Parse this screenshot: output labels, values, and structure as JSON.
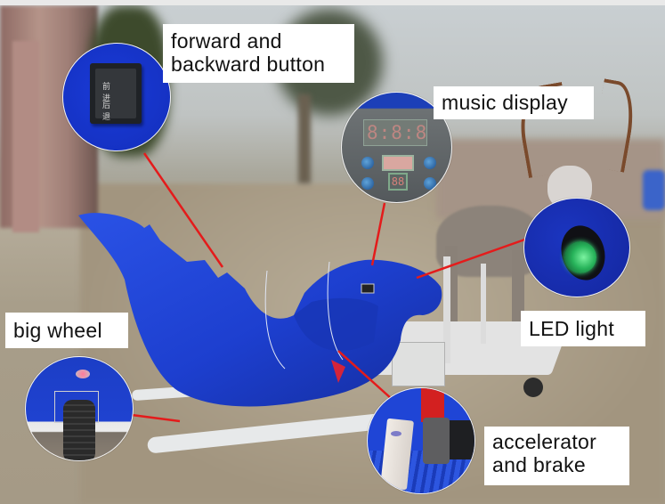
{
  "image": {
    "subject": "blue Christmas sleigh ride-on with reindeer",
    "accent_colors": {
      "sleigh_blue": "#1f3fcf",
      "leader_line_red": "#e41b1b",
      "label_bg": "#ffffff",
      "label_text": "#111111"
    }
  },
  "callouts": [
    {
      "id": "forward-backward",
      "label_lines": [
        "forward and",
        "backward button"
      ],
      "switch_text": {
        "forward": "前 进",
        "backward": "后 退"
      }
    },
    {
      "id": "music-display",
      "label": "music display",
      "display_digits": "8:8:8"
    },
    {
      "id": "led-light",
      "label": "LED light"
    },
    {
      "id": "big-wheel",
      "label": "big wheel"
    },
    {
      "id": "accelerator-brake",
      "label_lines": [
        "accelerator",
        "and brake"
      ]
    }
  ]
}
